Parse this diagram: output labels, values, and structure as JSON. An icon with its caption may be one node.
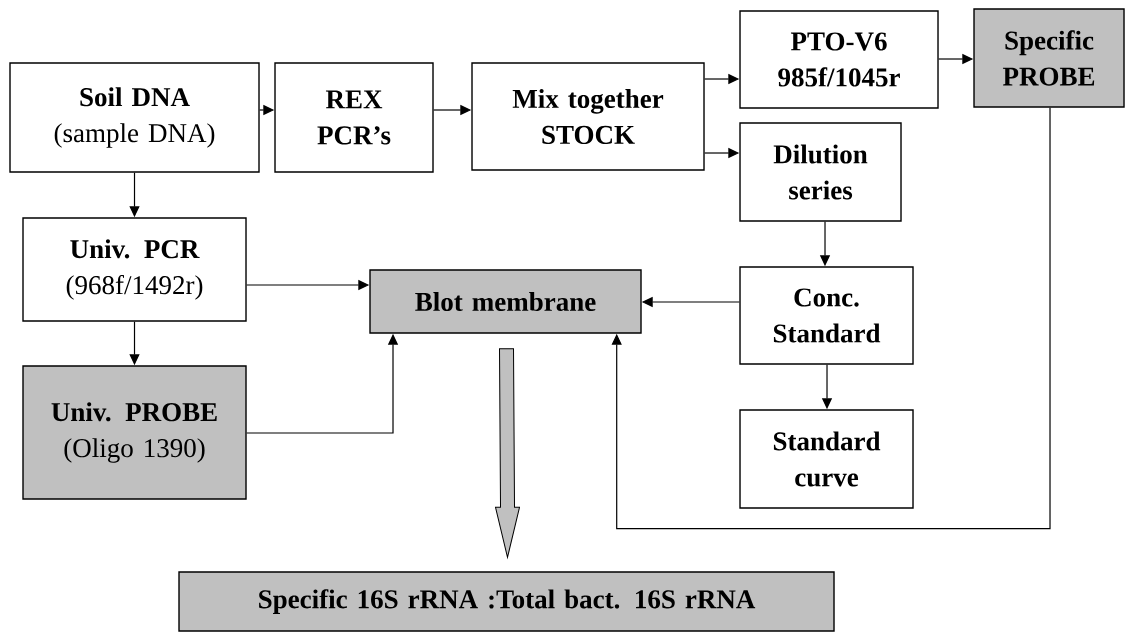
{
  "diagram": {
    "nodes": [
      {
        "text": [
          "Soil DNA",
          "(sample DNA)"
        ]
      },
      {
        "text": [
          "REX PCR’s"
        ]
      },
      {
        "text": [
          "Mix together STOCK"
        ]
      },
      {
        "text": [
          "PTO-V6 985f/1045r"
        ]
      },
      {
        "text": [
          "Specific PROBE"
        ]
      },
      {
        "text": [
          "Dilution series"
        ]
      },
      {
        "text": [
          "Conc. Standard"
        ]
      },
      {
        "text": [
          "Standard curve"
        ]
      },
      {
        "text": [
          "Univ. PCR",
          "(968f/1492r)"
        ]
      },
      {
        "text": [
          "Blot membrane"
        ]
      },
      {
        "text": [
          "Univ. PROBE",
          "(Oligo 1390)"
        ]
      },
      {
        "text": [
          "Specific 16S rRNA :Total bact. 16S rRNA"
        ]
      }
    ],
    "edges": [
      {
        "from": 0,
        "to": 1,
        "arrow": "to"
      },
      {
        "from": 1,
        "to": 2,
        "arrow": "to"
      },
      {
        "from": 2,
        "to": 3,
        "arrow": "to"
      },
      {
        "from": 2,
        "to": 5,
        "arrow": "to"
      },
      {
        "from": 3,
        "to": 4,
        "arrow": "to"
      },
      {
        "from": 0,
        "to": 8,
        "arrow": "to"
      },
      {
        "from": 8,
        "to": 9,
        "arrow": "to"
      },
      {
        "from": 8,
        "to": 10,
        "arrow": "to"
      },
      {
        "from": 10,
        "to": 9,
        "arrow": "to"
      },
      {
        "from": 5,
        "to": 6,
        "arrow": "to"
      },
      {
        "from": 6,
        "to": 9,
        "arrow": "to"
      },
      {
        "from": 6,
        "to": 7,
        "arrow": "to"
      },
      {
        "from": 4,
        "to": 9,
        "arrow": "to"
      },
      {
        "from": 9,
        "to": 11,
        "arrow": "to",
        "style": "thick",
        "color": "#c0c0c0"
      }
    ]
  }
}
